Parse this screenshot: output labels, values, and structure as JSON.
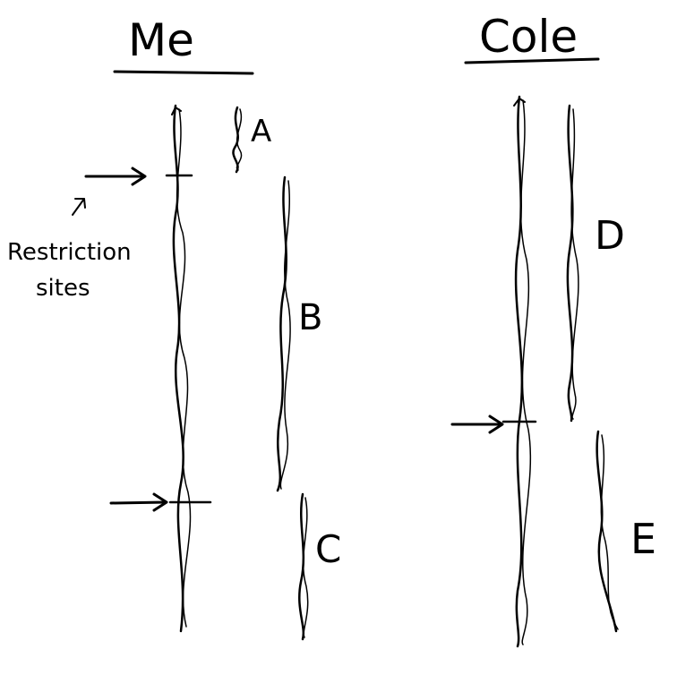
{
  "headings": {
    "left": "Me",
    "right": "Cole"
  },
  "fragment_labels": {
    "a": "A",
    "b": "B",
    "c": "C",
    "d": "D",
    "e": "E"
  },
  "annotation": {
    "line1": "Restriction",
    "line2": "sites"
  }
}
